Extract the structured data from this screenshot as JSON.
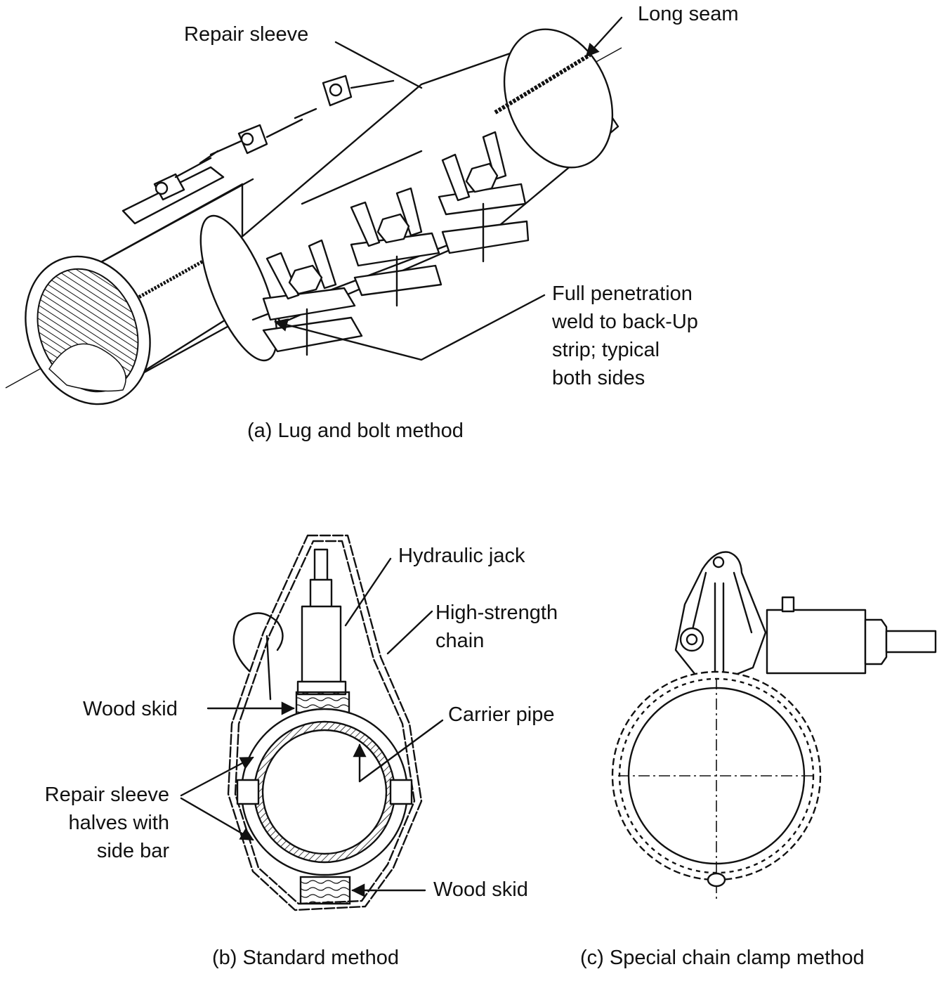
{
  "panel_a": {
    "labels": {
      "long_seam": "Long seam",
      "repair_sleeve": "Repair sleeve",
      "full_penetration": [
        "Full penetration",
        "weld to back-Up",
        "strip; typical",
        "both sides"
      ]
    },
    "caption": "(a) Lug and bolt method"
  },
  "panel_b": {
    "labels": {
      "hydraulic_jack": "Hydraulic jack",
      "high_strength_chain": [
        "High-strength",
        "chain"
      ],
      "wood_skid_top": "Wood skid",
      "carrier_pipe": "Carrier pipe",
      "repair_sleeve_halves": [
        "Repair sleeve",
        "halves with",
        "side bar"
      ],
      "wood_skid_bottom": "Wood skid"
    },
    "caption": "(b) Standard method"
  },
  "panel_c": {
    "caption": "(c) Special chain clamp method"
  }
}
